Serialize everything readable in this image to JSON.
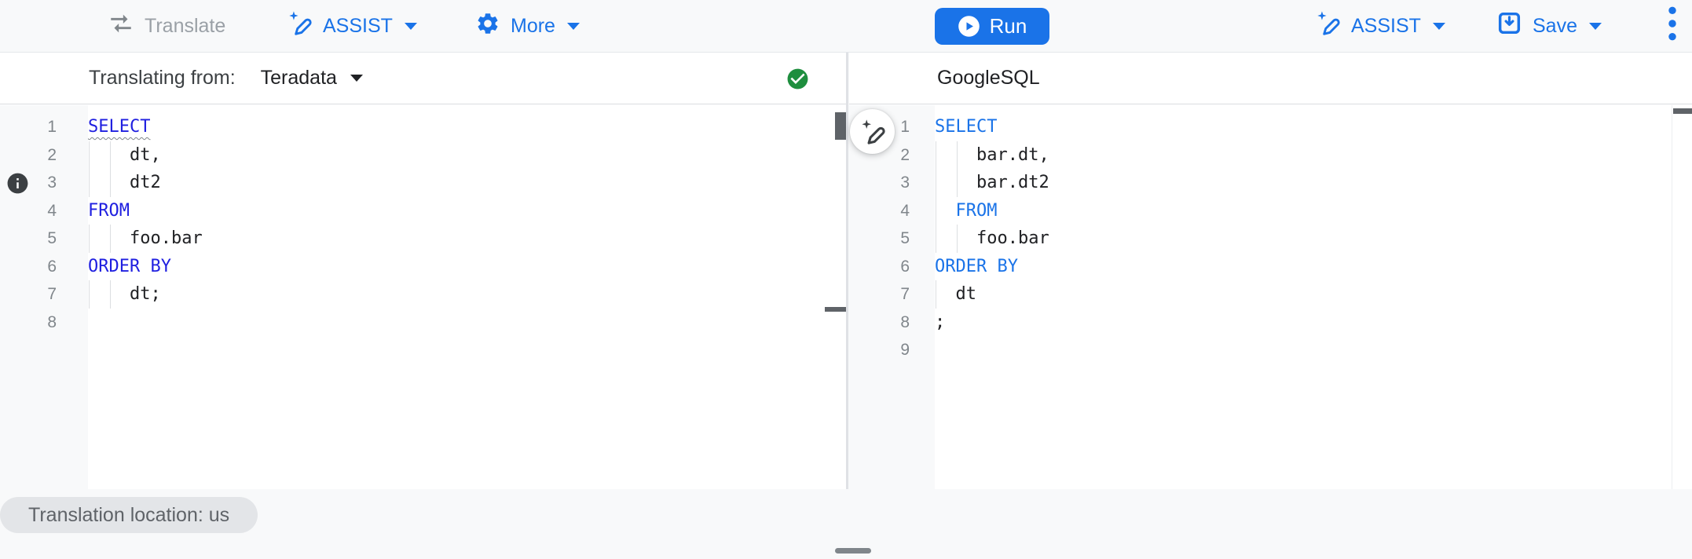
{
  "toolbar": {
    "translate_label": "Translate",
    "assist_label": "ASSIST",
    "more_label": "More",
    "run_label": "Run",
    "assist_right_label": "ASSIST",
    "save_label": "Save"
  },
  "icons": {
    "translate": "swap-horizontal-arrows",
    "assist": "pen-with-sparkle",
    "more": "gear",
    "run": "play-circle",
    "save": "save-box-down-arrow",
    "overflow": "kebab-vertical",
    "source_status": "check-circle-green",
    "source_line1_marker": "info-circle",
    "floating_button": "pen-with-sparkle"
  },
  "source_pane": {
    "header_prefix": "Translating from:",
    "dialect": "Teradata",
    "status": "valid",
    "editor": {
      "lines": [
        {
          "n": 1,
          "indent": 0,
          "guides": 0,
          "parts": [
            {
              "t": "SELECT",
              "k": true,
              "w": true
            }
          ]
        },
        {
          "n": 2,
          "indent": 4,
          "guides": 2,
          "parts": [
            {
              "t": "dt,"
            }
          ]
        },
        {
          "n": 3,
          "indent": 4,
          "guides": 2,
          "parts": [
            {
              "t": "dt2"
            }
          ]
        },
        {
          "n": 4,
          "indent": 0,
          "guides": 0,
          "parts": [
            {
              "t": "FROM",
              "k": true
            }
          ]
        },
        {
          "n": 5,
          "indent": 4,
          "guides": 2,
          "parts": [
            {
              "t": "foo.bar"
            }
          ]
        },
        {
          "n": 6,
          "indent": 0,
          "guides": 0,
          "parts": [
            {
              "t": "ORDER BY",
              "k": true
            }
          ]
        },
        {
          "n": 7,
          "indent": 4,
          "guides": 2,
          "parts": [
            {
              "t": "dt;"
            }
          ]
        },
        {
          "n": 8,
          "indent": 0,
          "guides": 0,
          "parts": []
        }
      ]
    }
  },
  "target_pane": {
    "title": "GoogleSQL",
    "editor": {
      "lines": [
        {
          "n": 1,
          "indent": 0,
          "guides": 0,
          "parts": [
            {
              "t": "SELECT",
              "k": true
            }
          ]
        },
        {
          "n": 2,
          "indent": 4,
          "guides": 2,
          "parts": [
            {
              "t": "bar.dt,"
            }
          ]
        },
        {
          "n": 3,
          "indent": 4,
          "guides": 2,
          "parts": [
            {
              "t": "bar.dt2"
            }
          ]
        },
        {
          "n": 4,
          "indent": 2,
          "guides": 1,
          "parts": [
            {
              "t": "FROM",
              "k": true
            }
          ]
        },
        {
          "n": 5,
          "indent": 4,
          "guides": 2,
          "parts": [
            {
              "t": "foo.bar"
            }
          ]
        },
        {
          "n": 6,
          "indent": 0,
          "guides": 0,
          "parts": [
            {
              "t": "ORDER BY",
              "k": true
            }
          ]
        },
        {
          "n": 7,
          "indent": 2,
          "guides": 1,
          "parts": [
            {
              "t": "dt"
            }
          ]
        },
        {
          "n": 8,
          "indent": 0,
          "guides": 0,
          "parts": [
            {
              "t": ";"
            }
          ]
        },
        {
          "n": 9,
          "indent": 0,
          "guides": 0,
          "parts": []
        }
      ]
    }
  },
  "footer": {
    "location_chip": "Translation location: us"
  },
  "colors": {
    "accent": "#1a73e8",
    "source_keyword": "#1f1fe0",
    "target_keyword": "#1a73e8",
    "success": "#1e8e3e",
    "disabled": "#9aa0a6"
  }
}
